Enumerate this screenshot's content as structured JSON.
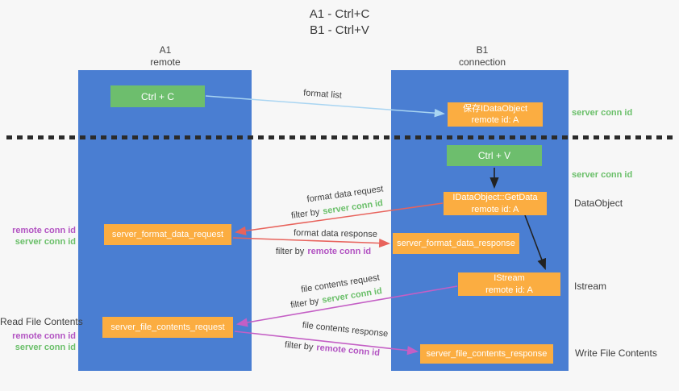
{
  "title": {
    "line1": "A1 - Ctrl+C",
    "line2": "B1 - Ctrl+V"
  },
  "lifelines": {
    "left": {
      "title": "A1",
      "subtitle": "remote"
    },
    "right": {
      "title": "B1",
      "subtitle": "connection"
    }
  },
  "nodes": {
    "ctrl_c": "Ctrl + C",
    "save_dataobject": {
      "line1": "保存IDataObject",
      "line2": "remote id: A"
    },
    "ctrl_v": "Ctrl + V",
    "getdata": {
      "line1": "IDataObject::GetData",
      "line2": "remote id: A"
    },
    "server_format_data_request": "server_format_data_request",
    "server_format_data_response": "server_format_data_response",
    "istream": {
      "line1": "IStream",
      "line2": "remote id: A"
    },
    "server_file_contents_request": "server_file_contents_request",
    "server_file_contents_response": "server_file_contents_response"
  },
  "right_labels": {
    "server_conn_id_top": "server conn id",
    "server_conn_id_mid": "server conn id",
    "dataobject": "DataObject",
    "istream": "Istream",
    "write_file_contents": "Write File Contents"
  },
  "left_labels": {
    "remote_conn_id_top": "remote conn id",
    "server_conn_id_top": "server conn id",
    "read_file_contents": "Read File Contents",
    "remote_conn_id_bottom": "remote conn id",
    "server_conn_id_bottom": "server conn id"
  },
  "arrow_labels": {
    "format_list": "format list",
    "format_data_request": "format data request",
    "format_data_response": "format data response",
    "file_contents_request": "file contents request",
    "file_contents_response": "file contents response",
    "filter_by": "filter by",
    "server_conn_id": "server conn id",
    "remote_conn_id": "remote conn id"
  },
  "colors": {
    "lifeline_blue": "#4a7ed2",
    "node_green": "#6dbe6d",
    "node_orange": "#fbad41",
    "arrow_lightblue": "#a9d5f2",
    "arrow_red": "#e8635c",
    "arrow_magenta": "#c45fc5",
    "arrow_black": "#222222",
    "label_green": "#6abf69",
    "label_purple": "#b253c2",
    "background": "#f7f7f7"
  }
}
